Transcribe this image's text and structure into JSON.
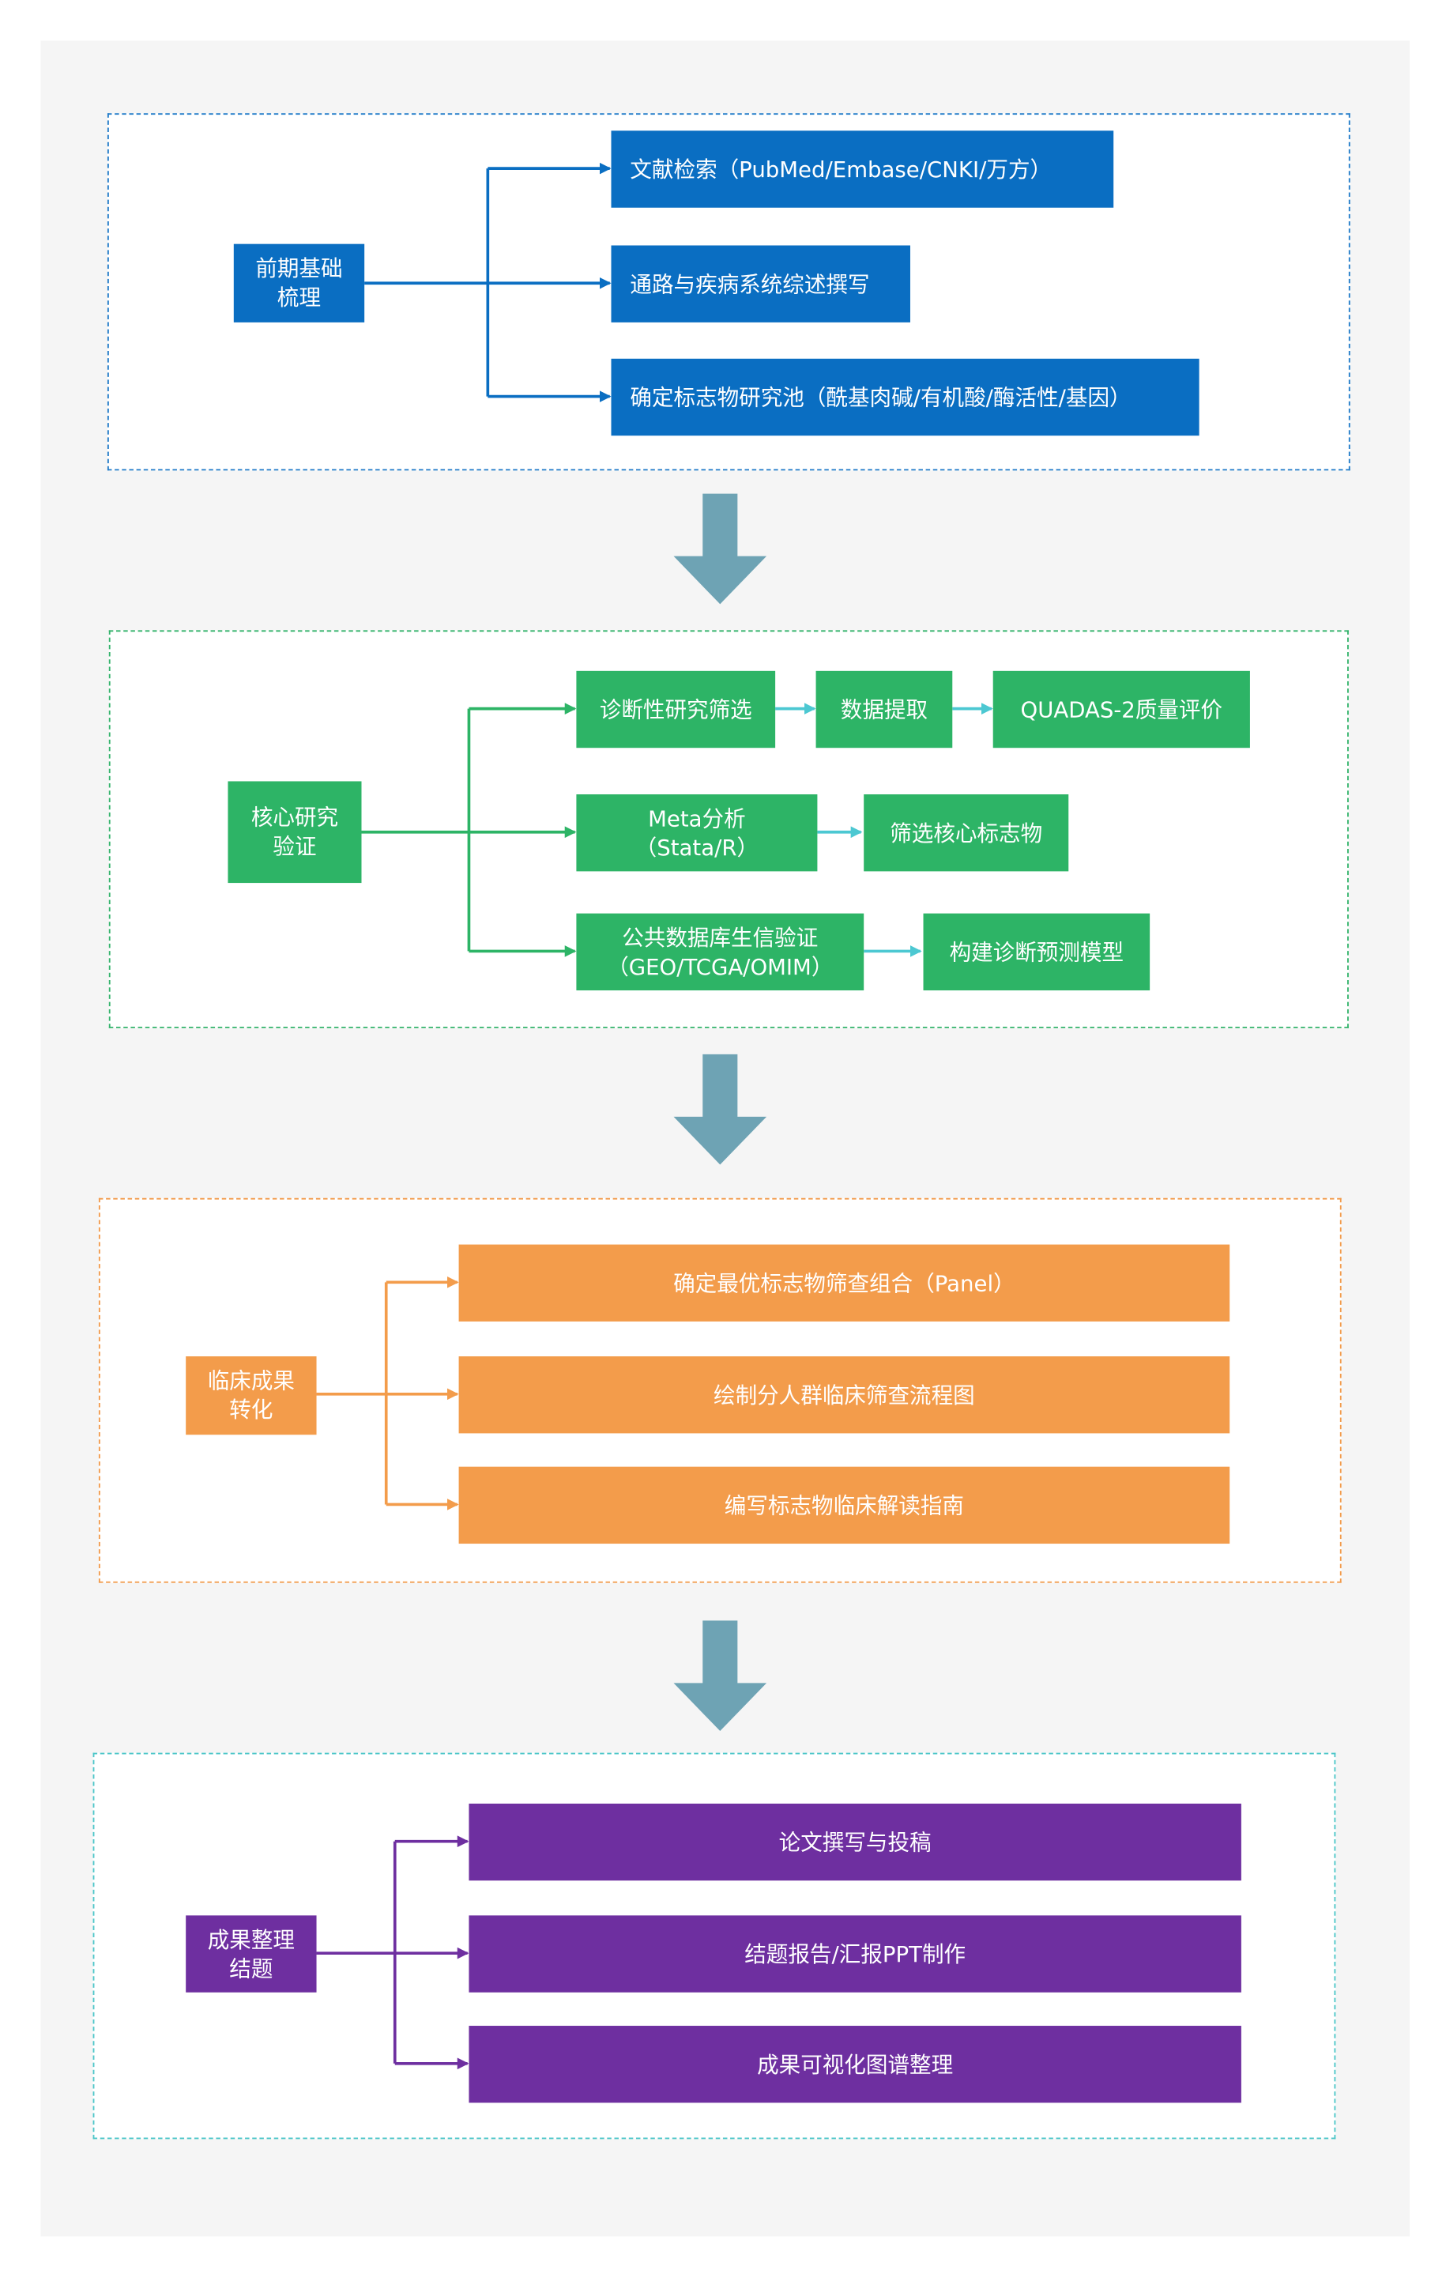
{
  "colors": {
    "blue": "#0a6ec2",
    "green": "#2db466",
    "orange": "#f39c4b",
    "purple": "#6e2fa0",
    "cyan_border": "#4cc6c8",
    "teal_connector": "#4cc8d2",
    "big_arrow": "#6ea3b4"
  },
  "sections": [
    {
      "label": "前期基础\n梳理",
      "items": [
        "文献检索（PubMed/Embase/CNKI/万方）",
        "通路与疾病系统综述撰写",
        "确定标志物研究池（酰基肉碱/有机酸/酶活性/基因）"
      ]
    },
    {
      "label": "核心研究\n验证",
      "rows": [
        [
          "诊断性研究筛选",
          "数据提取",
          "QUADAS-2质量评价"
        ],
        [
          "Meta分析\n（Stata/R）",
          "筛选核心标志物"
        ],
        [
          "公共数据库生信验证\n（GEO/TCGA/OMIM）",
          "构建诊断预测模型"
        ]
      ]
    },
    {
      "label": "临床成果\n转化",
      "items": [
        "确定最优标志物筛查组合（Panel）",
        "绘制分人群临床筛查流程图",
        "编写标志物临床解读指南"
      ]
    },
    {
      "label": "成果整理\n结题",
      "items": [
        "论文撰写与投稿",
        "结题报告/汇报PPT制作",
        "成果可视化图谱整理"
      ]
    }
  ]
}
